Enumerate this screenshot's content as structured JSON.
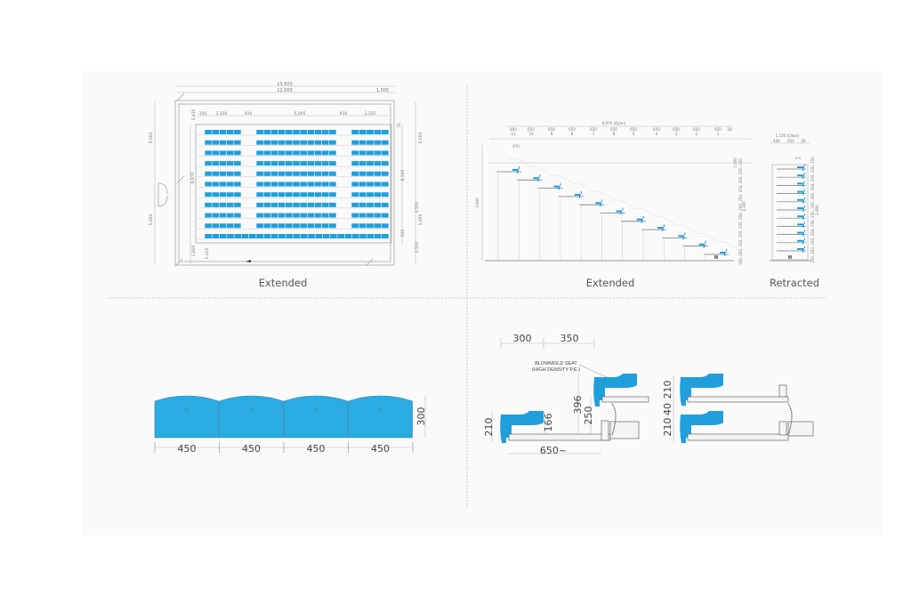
{
  "plan": {
    "caption": "Extended",
    "dims": {
      "overall": "13,500",
      "inner": "12,000",
      "right": "1,500",
      "top_offset": "1,430",
      "edge": "150",
      "left_block": "2,326",
      "aisle1": "910",
      "center_block": "5,005",
      "aisle2": "910",
      "right_block": "2,325",
      "right_edge": "70",
      "left_upper": "5,000",
      "left_lower": "5,000",
      "depth": "6,970",
      "right_upper": "5,000",
      "right_mid": "6,500",
      "right_a": "3,500",
      "right_b": "5,000",
      "right_c": "500",
      "right_d": "1,500",
      "bottom_a": "1,600",
      "bottom_b": "1,205"
    },
    "seat_rows": 11
  },
  "section_extended": {
    "caption": "Extended",
    "total": "6,970 (Open)",
    "widths": [
      "400",
      "650",
      "650",
      "650",
      "650",
      "650",
      "650",
      "650",
      "650",
      "650",
      "650",
      "20"
    ],
    "row_numbers": [
      "11",
      "10",
      "9",
      "8",
      "7",
      "6",
      "5",
      "4",
      "3",
      "2",
      "1"
    ],
    "top_offset": "470",
    "height": "3,600",
    "rise_top": "1,000",
    "rise_total": "3,300",
    "risers": "250, 250, 250, 250, 250, 250, 250, 250, 250, 250, 250, 250",
    "motor_label": "M"
  },
  "section_retracted": {
    "caption": "Retracted",
    "total": "1,120 (Close)",
    "widths": [
      "400",
      "650",
      "20"
    ],
    "top": "470",
    "risers": "250, 250, 250, 250, 250, 250, 250, 250, 250, 250, 250, 250",
    "height": "2,800",
    "motor_label": "M"
  },
  "seat_front": {
    "widths": [
      "450",
      "450",
      "450",
      "450"
    ],
    "height": "300"
  },
  "seat_detail": {
    "dim_a": "300",
    "dim_b": "350",
    "label_line1": "BLOWMOLD SEAT",
    "label_line2": "(HIGH DENSITY P.E.)",
    "h_seat": "210",
    "h_back": "166",
    "h_total": "396",
    "h_rise": "250",
    "depth": "650~",
    "stack_top": "210",
    "stack_gap": "40",
    "stack_bottom": "210"
  },
  "colors": {
    "seat": "#1f9fdc",
    "panel": "#fafafa"
  }
}
